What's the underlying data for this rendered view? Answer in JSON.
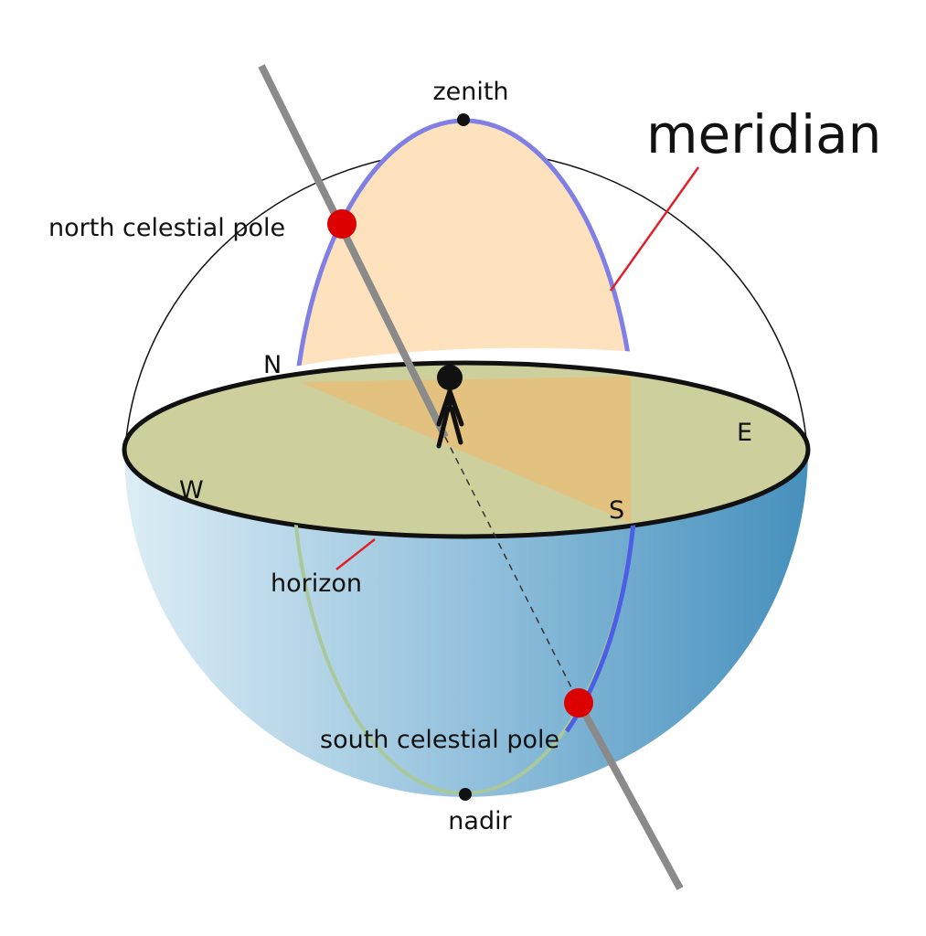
{
  "labels": {
    "zenith": "zenith",
    "nadir": "nadir",
    "north_celestial_pole": "north celestial pole",
    "south_celestial_pole": "south celestial pole",
    "meridian": "meridian",
    "horizon": "horizon",
    "north": "N",
    "south": "S",
    "east": "E",
    "west": "W"
  },
  "colors": {
    "sky_outline": "#111111",
    "meridian_upper": "#7a7ae0",
    "meridian_lower": "#a8c89a",
    "meridian_fill": "#fde2bd",
    "horizon_plane": "#cdcf9c",
    "hemisphere_light": "#d6e9f2",
    "hemisphere_dark": "#4b95c0",
    "pole_marker": "#dd0000",
    "axis": "#8a8a8a",
    "pointer": "#e0202a"
  },
  "icons": {
    "observer": "stick-figure-icon"
  }
}
